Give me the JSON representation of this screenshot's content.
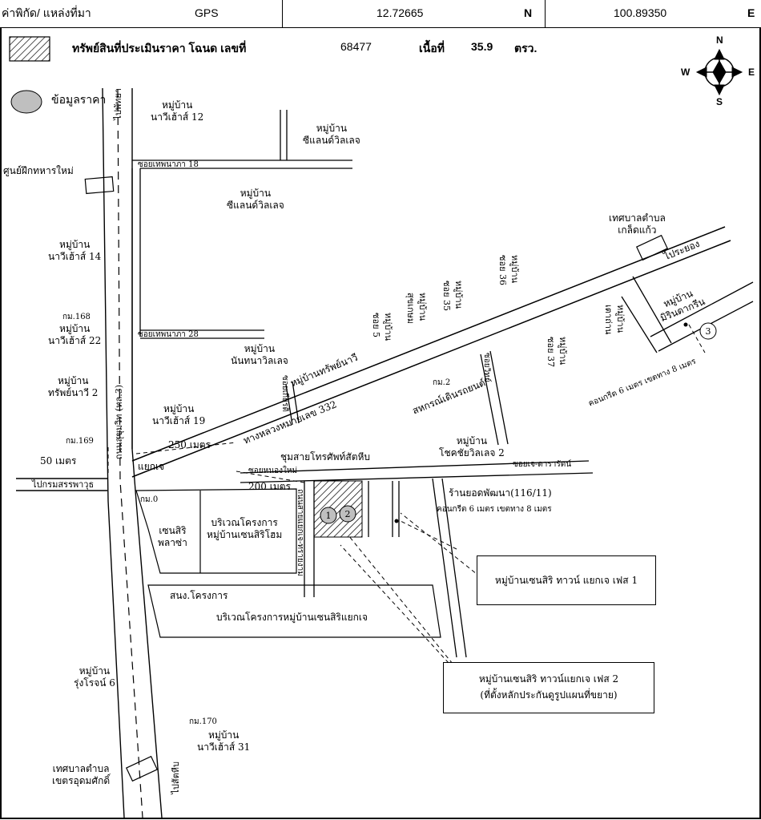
{
  "header": {
    "coord_label": "ค่าพิกัด/  แหล่งที่มา",
    "source": "GPS",
    "lat": "12.72665",
    "lat_dir": "N",
    "lon": "100.89350",
    "lon_dir": "E"
  },
  "legend": {
    "subject_label": "ทรัพย์สินที่ประเมินราคา โฉนด เลขที่",
    "deed_no": "68477",
    "area_label": "เนื้อที่",
    "area_value": "35.9",
    "area_unit": "ตรว.",
    "comparable_label": "ข้อมูลราคา"
  },
  "compass": {
    "n": "N",
    "s": "S",
    "e": "E",
    "w": "W"
  },
  "colors": {
    "line": "#000000",
    "marker_fill": "#bfbfbf",
    "hatch": "#000000"
  },
  "icons": [
    "village-icon",
    "building-icon",
    "shop-icon",
    "km-post-icon"
  ],
  "labels": {
    "village_navy12": "หมู่บ้าน\nนาวีเฮ้าส์ 12",
    "village_sealand1": "หมู่บ้าน\nซีแลนด์วิลเลจ",
    "soi_tamnak18": "ซอยเทพนาภา 18",
    "village_sealand2": "หมู่บ้าน\nซีแลนด์วิลเลจ",
    "training_center": "ศูนย์ฝึกทหารใหม่",
    "to_pattaya": "ไปพัทยา",
    "village_navy14": "หมู่บ้าน\nนาวีเฮ้าส์ 14",
    "km168": "กม.168",
    "village_navy22": "หมู่บ้าน\nนาวีเฮ้าส์ 22",
    "soi_tamnak28": "ซอยเทพนาภา 28",
    "village_nanthana": "หมู่บ้าน\nนันทนาวิลเลจ",
    "village_sapnavy2": "หมู่บ้าน\nทรัพย์นาวี 2",
    "village_sapnavy": "หมู่บ้านทรัพย์นาวี",
    "village_navy19": "หมู่บ้าน\nนาวีเฮ้าส์ 19",
    "sukhumvit": "ถนนสุขุมวิท (ทล.3)",
    "km169": "กม.169",
    "dist_50": "50 เมตร",
    "dist_250": "250 เมตร",
    "hwy332": "ทางหลวงหมายเลข 332",
    "yaek_j": "แยกเจ",
    "soi_nongsin": "ซอยหนองใหม่",
    "phone_exchange": "ชุมสายโทรศัพท์สัตหีบ",
    "dist_200": "200 เมตร",
    "to_krom": "ไปกรมสรรพาวุธ",
    "km0": "กม.0",
    "km2": "กม.2",
    "coop": "สหกรณ์เดินรถยนต์",
    "village_chokchai": "หมู่บ้าน\nโชคชัยวิลเลจ 2",
    "shop": "ร้านยอดพัฒนา(116/11)",
    "road_spec_main": "คอนกรีต 6 เมตร เขตทาง 8 เมตร",
    "sensiri_plaza": "เซนสิริ\nพลาซ่า",
    "sensiri_project": "บริเวณโครงการ\nหมู่บ้านเซนสิริโฮม",
    "project_office": "สนง.โครงการ",
    "sensiri_yaekj_area": "บริเวณโครงการหมู่บ้านเซนสิริแยกเจ",
    "phase1": "หมู่บ้านเซนสิริ ทาวน์ แยกเจ เฟส 1",
    "phase2_a": "หมู่บ้านเซนสิริ ทาวน์แยกเจ เฟส 2",
    "phase2_b": "(ที่ตั้งหลักประกันดูรูปแผนที่ขยาย)",
    "village_rungroj": "หมู่บ้าน\nรุ่งโรจน์ 6",
    "km170": "กม.170",
    "village_navy31": "หมู่บ้าน\nนาวีเฮ้าส์ 31",
    "municipality_khet": "เทศบาลตำบล\nเขตรอุดมศักดิ์",
    "to_sattahip": "ไปสัตหีบ",
    "municipality_kled": "เทศบาลตำบล\nเกล็ดแก้ว",
    "to_rayong": "ไประยอง",
    "village_mirinda": "หมู่บ้าน\nมิรินดากรีน",
    "road_spec_3": "คอนกรีต 6 เมตร เขตทาง 8 เมตร",
    "v_soi5": "หมู่บ้าน\nซอย 5",
    "v_sukkhasem": "หมู่บ้าน\nสุขเกษม",
    "v_soi35": "หมู่บ้าน\nซอย 35",
    "v_soi36": "หมู่บ้าน\nซอย 36",
    "v_soi37": "หมู่บ้าน\nซอย 37",
    "v_tao": "หมู่บ้าน\nเตาถ่าน",
    "soi_kiat": "ซอยเกียรติ",
    "soi_wit": "ซอยวิทย์",
    "road_soi_yaekj": "ถนนสายแยกเจ-ทรายงาม",
    "soi_sukhumvit_x": "ซอยเจ-ดารารัตน์",
    "marker1": "1",
    "marker2": "2",
    "marker3": "3"
  }
}
